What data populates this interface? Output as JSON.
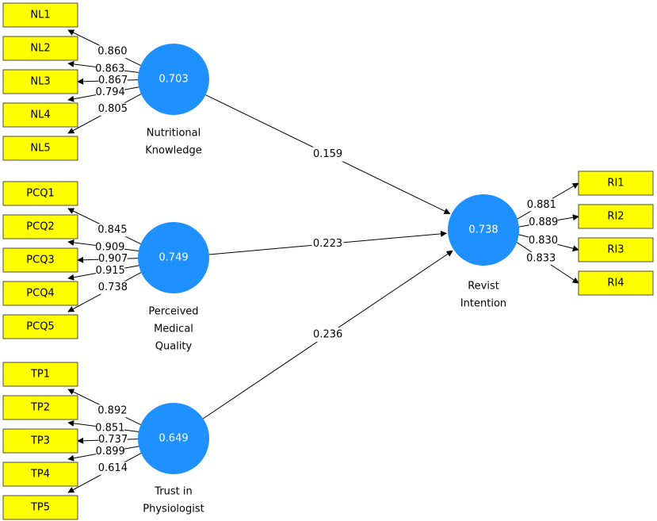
{
  "colors": {
    "construct": "#1e90ff",
    "indicator": "#ffff00",
    "edge": "#000000"
  },
  "constructs": [
    {
      "id": "NK",
      "value": "0.703",
      "label_lines": [
        "Nutritional",
        "Knowledge"
      ],
      "indicators": [
        {
          "name": "NL1",
          "loading": "0.860"
        },
        {
          "name": "NL2",
          "loading": "0.863"
        },
        {
          "name": "NL3",
          "loading": "0.867"
        },
        {
          "name": "NL4",
          "loading": "0.794"
        },
        {
          "name": "NL5",
          "loading": "0.805"
        }
      ]
    },
    {
      "id": "PMQ",
      "value": "0.749",
      "label_lines": [
        "Perceived",
        "Medical",
        "Quality"
      ],
      "indicators": [
        {
          "name": "PCQ1",
          "loading": "0.845"
        },
        {
          "name": "PCQ2",
          "loading": "0.909"
        },
        {
          "name": "PCQ3",
          "loading": "0.907"
        },
        {
          "name": "PCQ4",
          "loading": "0.915"
        },
        {
          "name": "PCQ5",
          "loading": "0.738"
        }
      ]
    },
    {
      "id": "TP",
      "value": "0.649",
      "label_lines": [
        "Trust in",
        "Physiologist"
      ],
      "indicators": [
        {
          "name": "TP1",
          "loading": "0.892"
        },
        {
          "name": "TP2",
          "loading": "0.851"
        },
        {
          "name": "TP3",
          "loading": "0.737"
        },
        {
          "name": "TP4",
          "loading": "0.899"
        },
        {
          "name": "TP5",
          "loading": "0.614"
        }
      ]
    },
    {
      "id": "RI",
      "value": "0.738",
      "label_lines": [
        "Revist",
        "Intention"
      ],
      "indicators": [
        {
          "name": "RI1",
          "loading": "0.881"
        },
        {
          "name": "RI2",
          "loading": "0.889"
        },
        {
          "name": "RI3",
          "loading": "0.830"
        },
        {
          "name": "RI4",
          "loading": "0.833"
        }
      ]
    }
  ],
  "paths": [
    {
      "from": "NK",
      "to": "RI",
      "coefficient": "0.159"
    },
    {
      "from": "PMQ",
      "to": "RI",
      "coefficient": "0.223"
    },
    {
      "from": "TP",
      "to": "RI",
      "coefficient": "0.236"
    }
  ]
}
